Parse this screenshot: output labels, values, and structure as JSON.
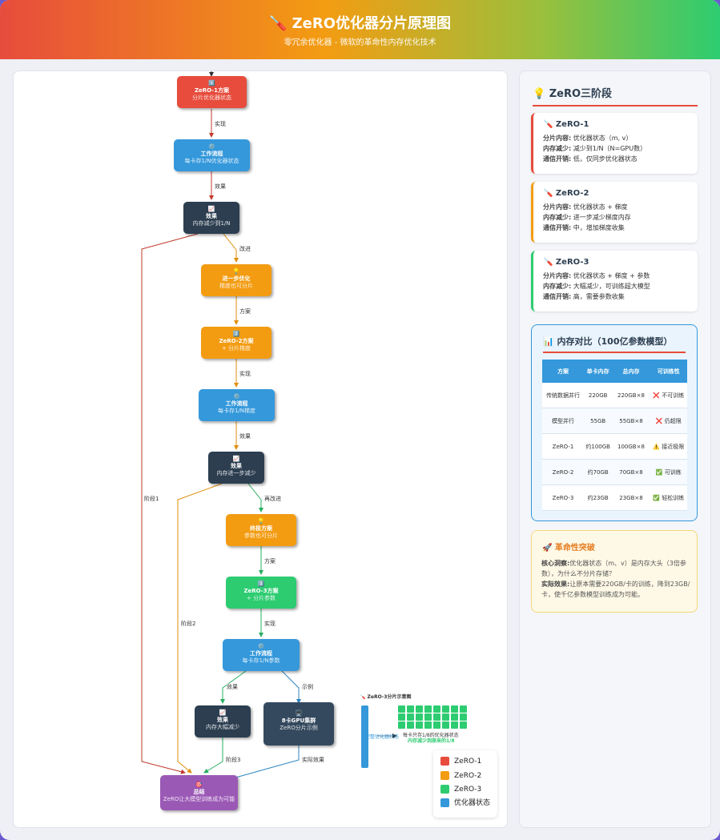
{
  "header": {
    "title": "🪛 ZeRO优化器分片原理图",
    "subtitle": "零冗余优化器 - 微软的革命性内存优化技术"
  },
  "diagram": {
    "nodes": {
      "zero1": {
        "icon": "1️⃣",
        "title": "ZeRO-1方案",
        "sub": "分片优化器状态"
      },
      "work1": {
        "icon": "⚙️",
        "title": "工作流程",
        "sub": "每卡存1/N优化器状态"
      },
      "eff1": {
        "icon": "📈",
        "title": "效果",
        "sub": "内存减少到1/N"
      },
      "opt2": {
        "icon": "💡",
        "title": "进一步优化",
        "sub": "梯度也可分片"
      },
      "zero2": {
        "icon": "2️⃣",
        "title": "ZeRO-2方案",
        "sub": "+ 分片梯度"
      },
      "work2": {
        "icon": "⚙️",
        "title": "工作流程",
        "sub": "每卡存1/N梯度"
      },
      "eff2": {
        "icon": "📈",
        "title": "效果",
        "sub": "内存进一步减少"
      },
      "final": {
        "icon": "💡",
        "title": "终极方案",
        "sub": "参数也可分片"
      },
      "zero3": {
        "icon": "3️⃣",
        "title": "ZeRO-3方案",
        "sub": "+ 分片参数"
      },
      "work3": {
        "icon": "⚙️",
        "title": "工作流程",
        "sub": "每卡存1/N参数"
      },
      "eff3": {
        "icon": "📈",
        "title": "效果",
        "sub": "内存大幅减少"
      },
      "gpu": {
        "icon": "🖥️",
        "title": "8卡GPU集群",
        "sub": "ZeRO分片示例"
      },
      "summary": {
        "icon": "🎯",
        "title": "总结",
        "sub": "ZeRO让大模型训练成为可能"
      }
    },
    "edge_labels": {
      "impl1": "实现",
      "effect1": "效果",
      "improve": "改进",
      "plan2": "方案",
      "impl2": "实现",
      "effect2": "效果",
      "reimprove": "再改进",
      "plan3": "方案",
      "impl3": "实现",
      "effect3": "效果",
      "example": "示例",
      "stage1": "阶段1",
      "stage2": "阶段2",
      "stage3": "阶段3",
      "actual": "实际效果"
    },
    "illustration": {
      "title": "🪛 ZeRO-3分片示意图",
      "bar_label": "完整优化器状态",
      "line1": "每卡只存1/8的优化器状态",
      "line2": "内存减少到原来的1/8",
      "gpu_count": 8
    },
    "legend": [
      {
        "label": "ZeRO-1",
        "color": "#e74c3c"
      },
      {
        "label": "ZeRO-2",
        "color": "#f39c12"
      },
      {
        "label": "ZeRO-3",
        "color": "#2ecc71"
      },
      {
        "label": "优化器状态",
        "color": "#3498db"
      }
    ]
  },
  "sidebar": {
    "title": "💡 ZeRO三阶段",
    "stages": [
      {
        "name": "🪛 ZeRO-1",
        "color": "#e74c3c",
        "content_key": "分片内容:",
        "content": "优化器状态（m, v）",
        "reduce_key": "内存减少:",
        "reduce": "减少到1/N（N=GPU数）",
        "comm_key": "通信开销:",
        "comm": "低，仅同步优化器状态"
      },
      {
        "name": "🪛 ZeRO-2",
        "color": "#f39c12",
        "content_key": "分片内容:",
        "content": "优化器状态 + 梯度",
        "reduce_key": "内存减少:",
        "reduce": "进一步减少梯度内存",
        "comm_key": "通信开销:",
        "comm": "中，增加梯度收集"
      },
      {
        "name": "🪛 ZeRO-3",
        "color": "#2ecc71",
        "content_key": "分片内容:",
        "content": "优化器状态 + 梯度 + 参数",
        "reduce_key": "内存减少:",
        "reduce": "大幅减少，可训练超大模型",
        "comm_key": "通信开销:",
        "comm": "高，需要参数收集"
      }
    ],
    "memory": {
      "title": "📊 内存对比（100亿参数模型）",
      "headers": [
        "方案",
        "单卡内存",
        "总内存",
        "可训练性"
      ],
      "rows": [
        [
          "传统数据并行",
          "220GB",
          "220GB×8",
          "❌ 不可训练"
        ],
        [
          "模型并行",
          "55GB",
          "55GB×8",
          "❌ 仍超限"
        ],
        [
          "ZeRO-1",
          "约100GB",
          "100GB×8",
          "⚠️ 接近极限"
        ],
        [
          "ZeRO-2",
          "约70GB",
          "70GB×8",
          "✅ 可训练"
        ],
        [
          "ZeRO-3",
          "约23GB",
          "23GB×8",
          "✅ 轻松训练"
        ]
      ]
    },
    "breakthrough": {
      "title": "🚀 革命性突破",
      "insight_key": "核心洞察:",
      "insight": "优化器状态（m、v）是内存大头（3倍参数），为什么不分片存储？",
      "effect_key": "实际效果:",
      "effect": "让原本需要220GB/卡的训练，降到23GB/卡，使千亿参数模型训练成为可能。"
    }
  }
}
